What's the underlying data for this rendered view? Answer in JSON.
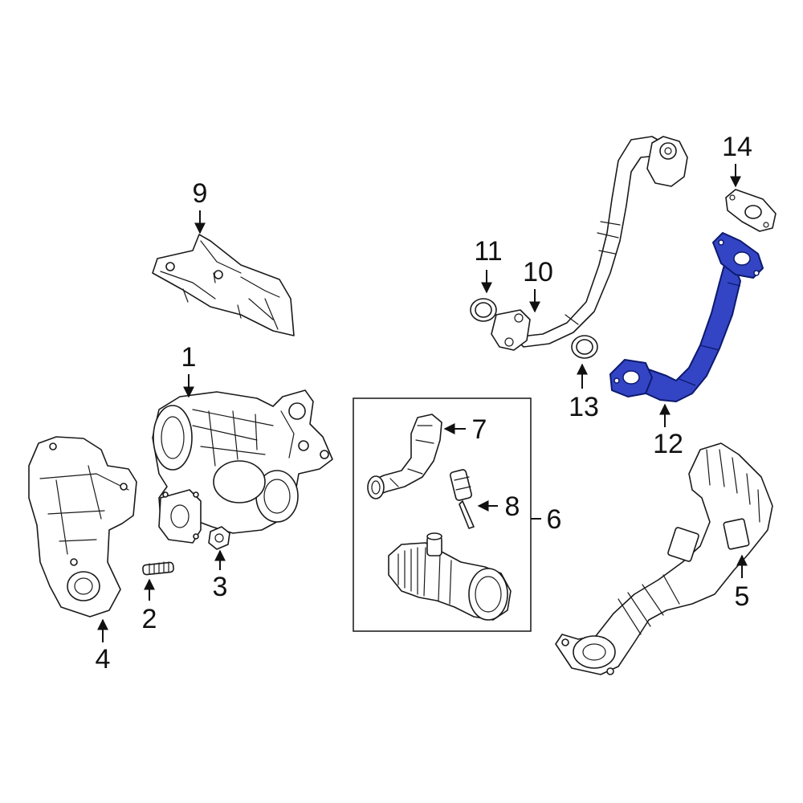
{
  "callouts": {
    "c1": "1",
    "c2": "2",
    "c3": "3",
    "c4": "4",
    "c5": "5",
    "c6": "6",
    "c7": "7",
    "c8": "8",
    "c9": "9",
    "c10": "10",
    "c11": "11",
    "c12": "12",
    "c13": "13",
    "c14": "14"
  },
  "highlight_color": "#3345c4",
  "highlighted_part": "12"
}
